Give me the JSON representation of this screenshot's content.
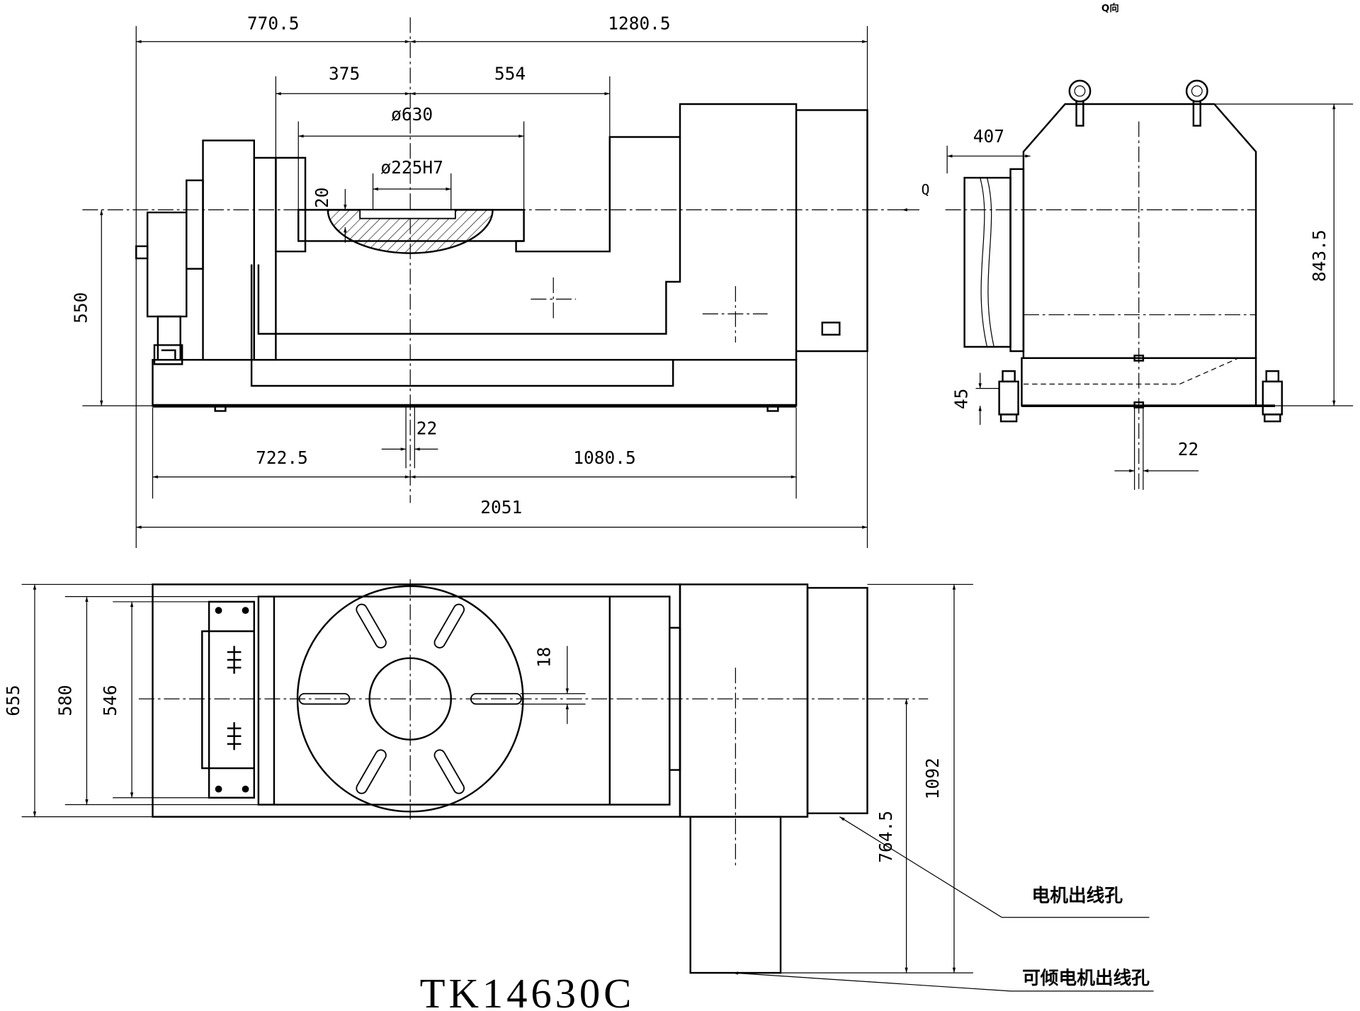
{
  "drawing": {
    "title": "TK14630C",
    "view_label": "Q向",
    "q_label": "Q",
    "front_view": {
      "dim_left_top": "770.5",
      "dim_right_top": "1280.5",
      "dim_375": "375",
      "dim_554": "554",
      "dia_table": "ø630",
      "dia_bore": "ø225H7",
      "dim_20": "20",
      "dim_height": "550",
      "dim_22": "22",
      "dim_base_left": "722.5",
      "dim_base_right": "1080.5",
      "dim_total": "2051"
    },
    "side_view": {
      "dim_407": "407",
      "dim_height": "843.5",
      "dim_45": "45",
      "dim_22": "22"
    },
    "top_view": {
      "dim_655": "655",
      "dim_580": "580",
      "dim_546": "546",
      "dim_18": "18",
      "dim_1092": "1092",
      "dim_764_5": "764.5",
      "label_motor_outlet": "电机出线孔",
      "label_tilt_motor_outlet": "可倾电机出线孔"
    }
  }
}
